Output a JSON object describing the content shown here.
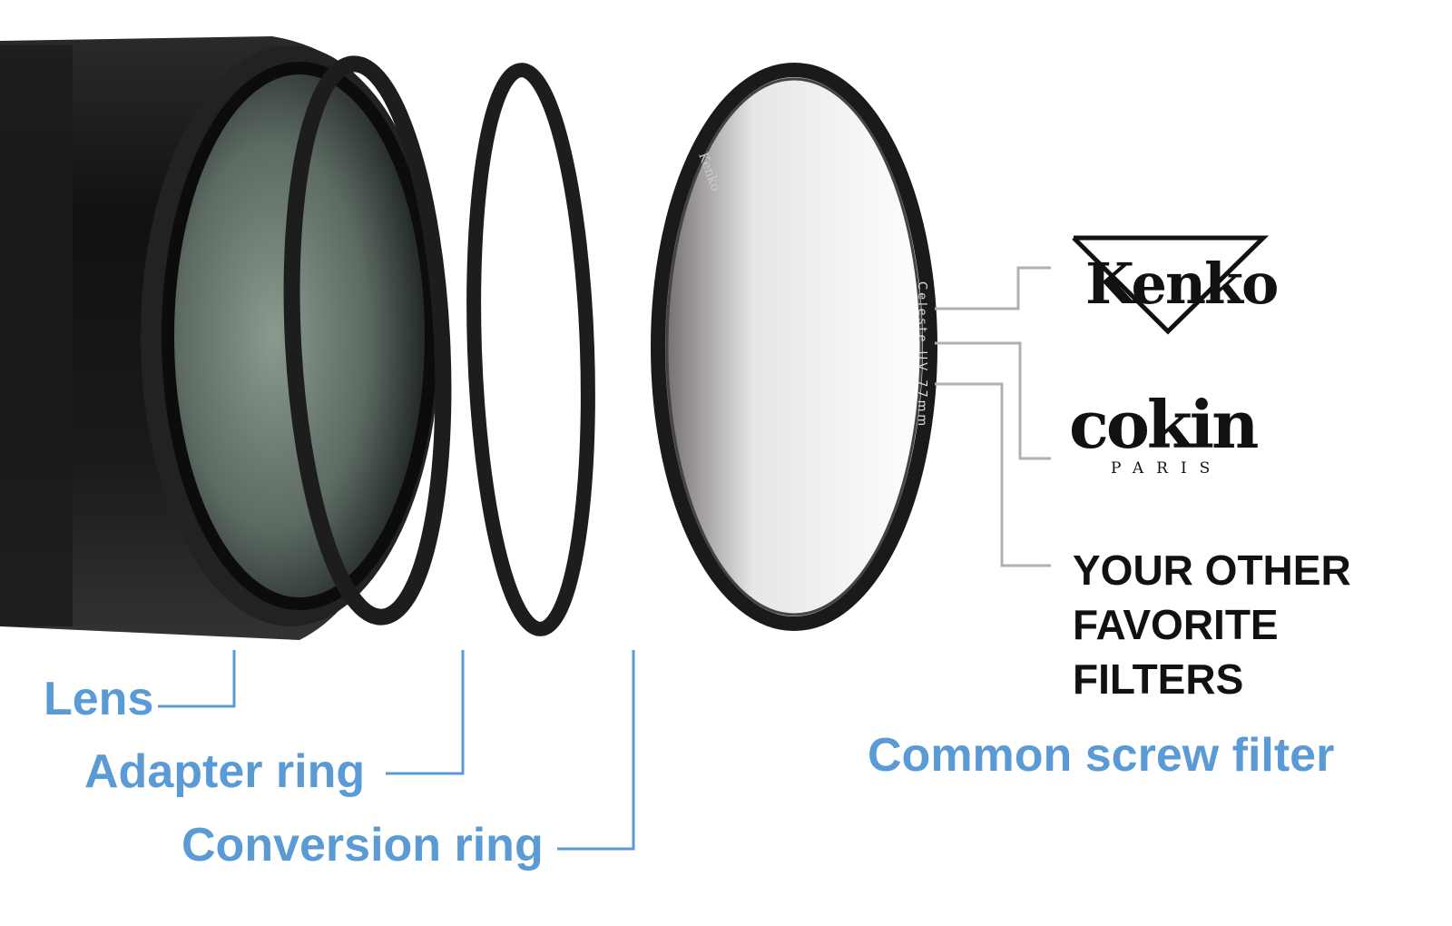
{
  "labels": {
    "lens": "Lens",
    "adapter_ring": "Adapter ring",
    "conversion_ring": "Conversion ring",
    "common_screw_filter": "Common screw filter"
  },
  "brands": {
    "kenko": "Kenko",
    "cokin": "cokin",
    "cokin_sub": "PARIS",
    "other_line1": "YOUR OTHER",
    "other_line2": "FAVORITE",
    "other_line3": "FILTERS"
  },
  "filter_print": {
    "brand": "Kenko",
    "model": "Celeste UV 77mm"
  },
  "colors": {
    "accent": "#5b9bd5",
    "leader_gray": "#b0b0b0"
  }
}
